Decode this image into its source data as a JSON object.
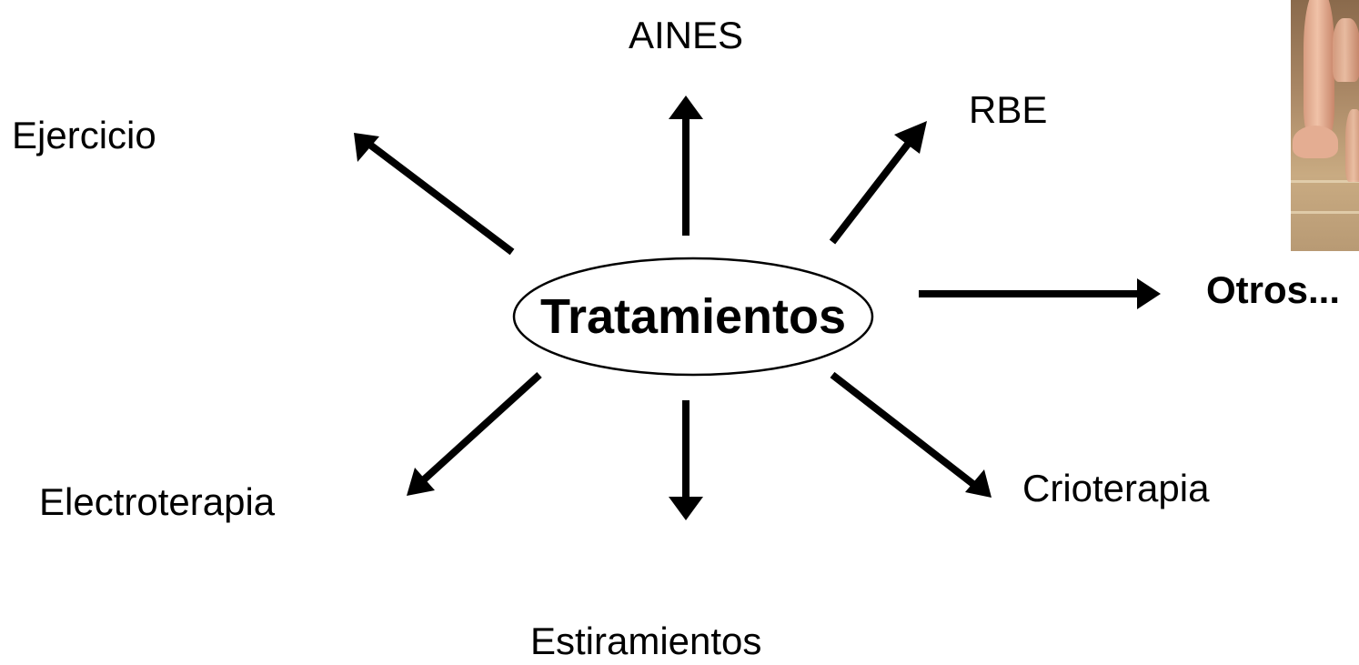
{
  "diagram": {
    "center": "Tratamientos",
    "branches": [
      {
        "id": "aines",
        "label": "AINES"
      },
      {
        "id": "rbe",
        "label": "RBE"
      },
      {
        "id": "ejercicio",
        "label": "Ejercicio"
      },
      {
        "id": "otros",
        "label": "Otros..."
      },
      {
        "id": "electroterapia",
        "label": "Electroterapia"
      },
      {
        "id": "estiramientos",
        "label": "Estiramientos"
      },
      {
        "id": "crioterapia",
        "label": "Crioterapia"
      }
    ]
  },
  "colors": {
    "text": "#000000",
    "background": "#ffffff"
  }
}
